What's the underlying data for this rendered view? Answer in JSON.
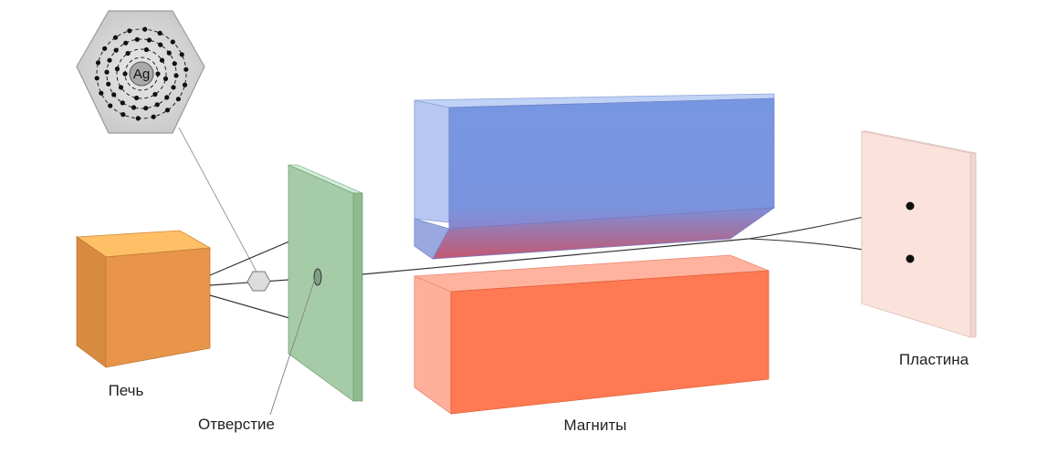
{
  "labels": {
    "oven": "Печь",
    "aperture": "Отверстие",
    "magnets": "Магниты",
    "plate": "Пластина"
  },
  "atom": {
    "symbol": "Ag"
  },
  "colors": {
    "oven": "#e8944a",
    "aperture_plate": "#a8cfa8",
    "magnet_top": "#7895e2",
    "magnet_bottom": "#ff7b55",
    "target_plate": "#fbe3dc",
    "beam": "#333333",
    "hex_fill": "#d4d4d4"
  }
}
